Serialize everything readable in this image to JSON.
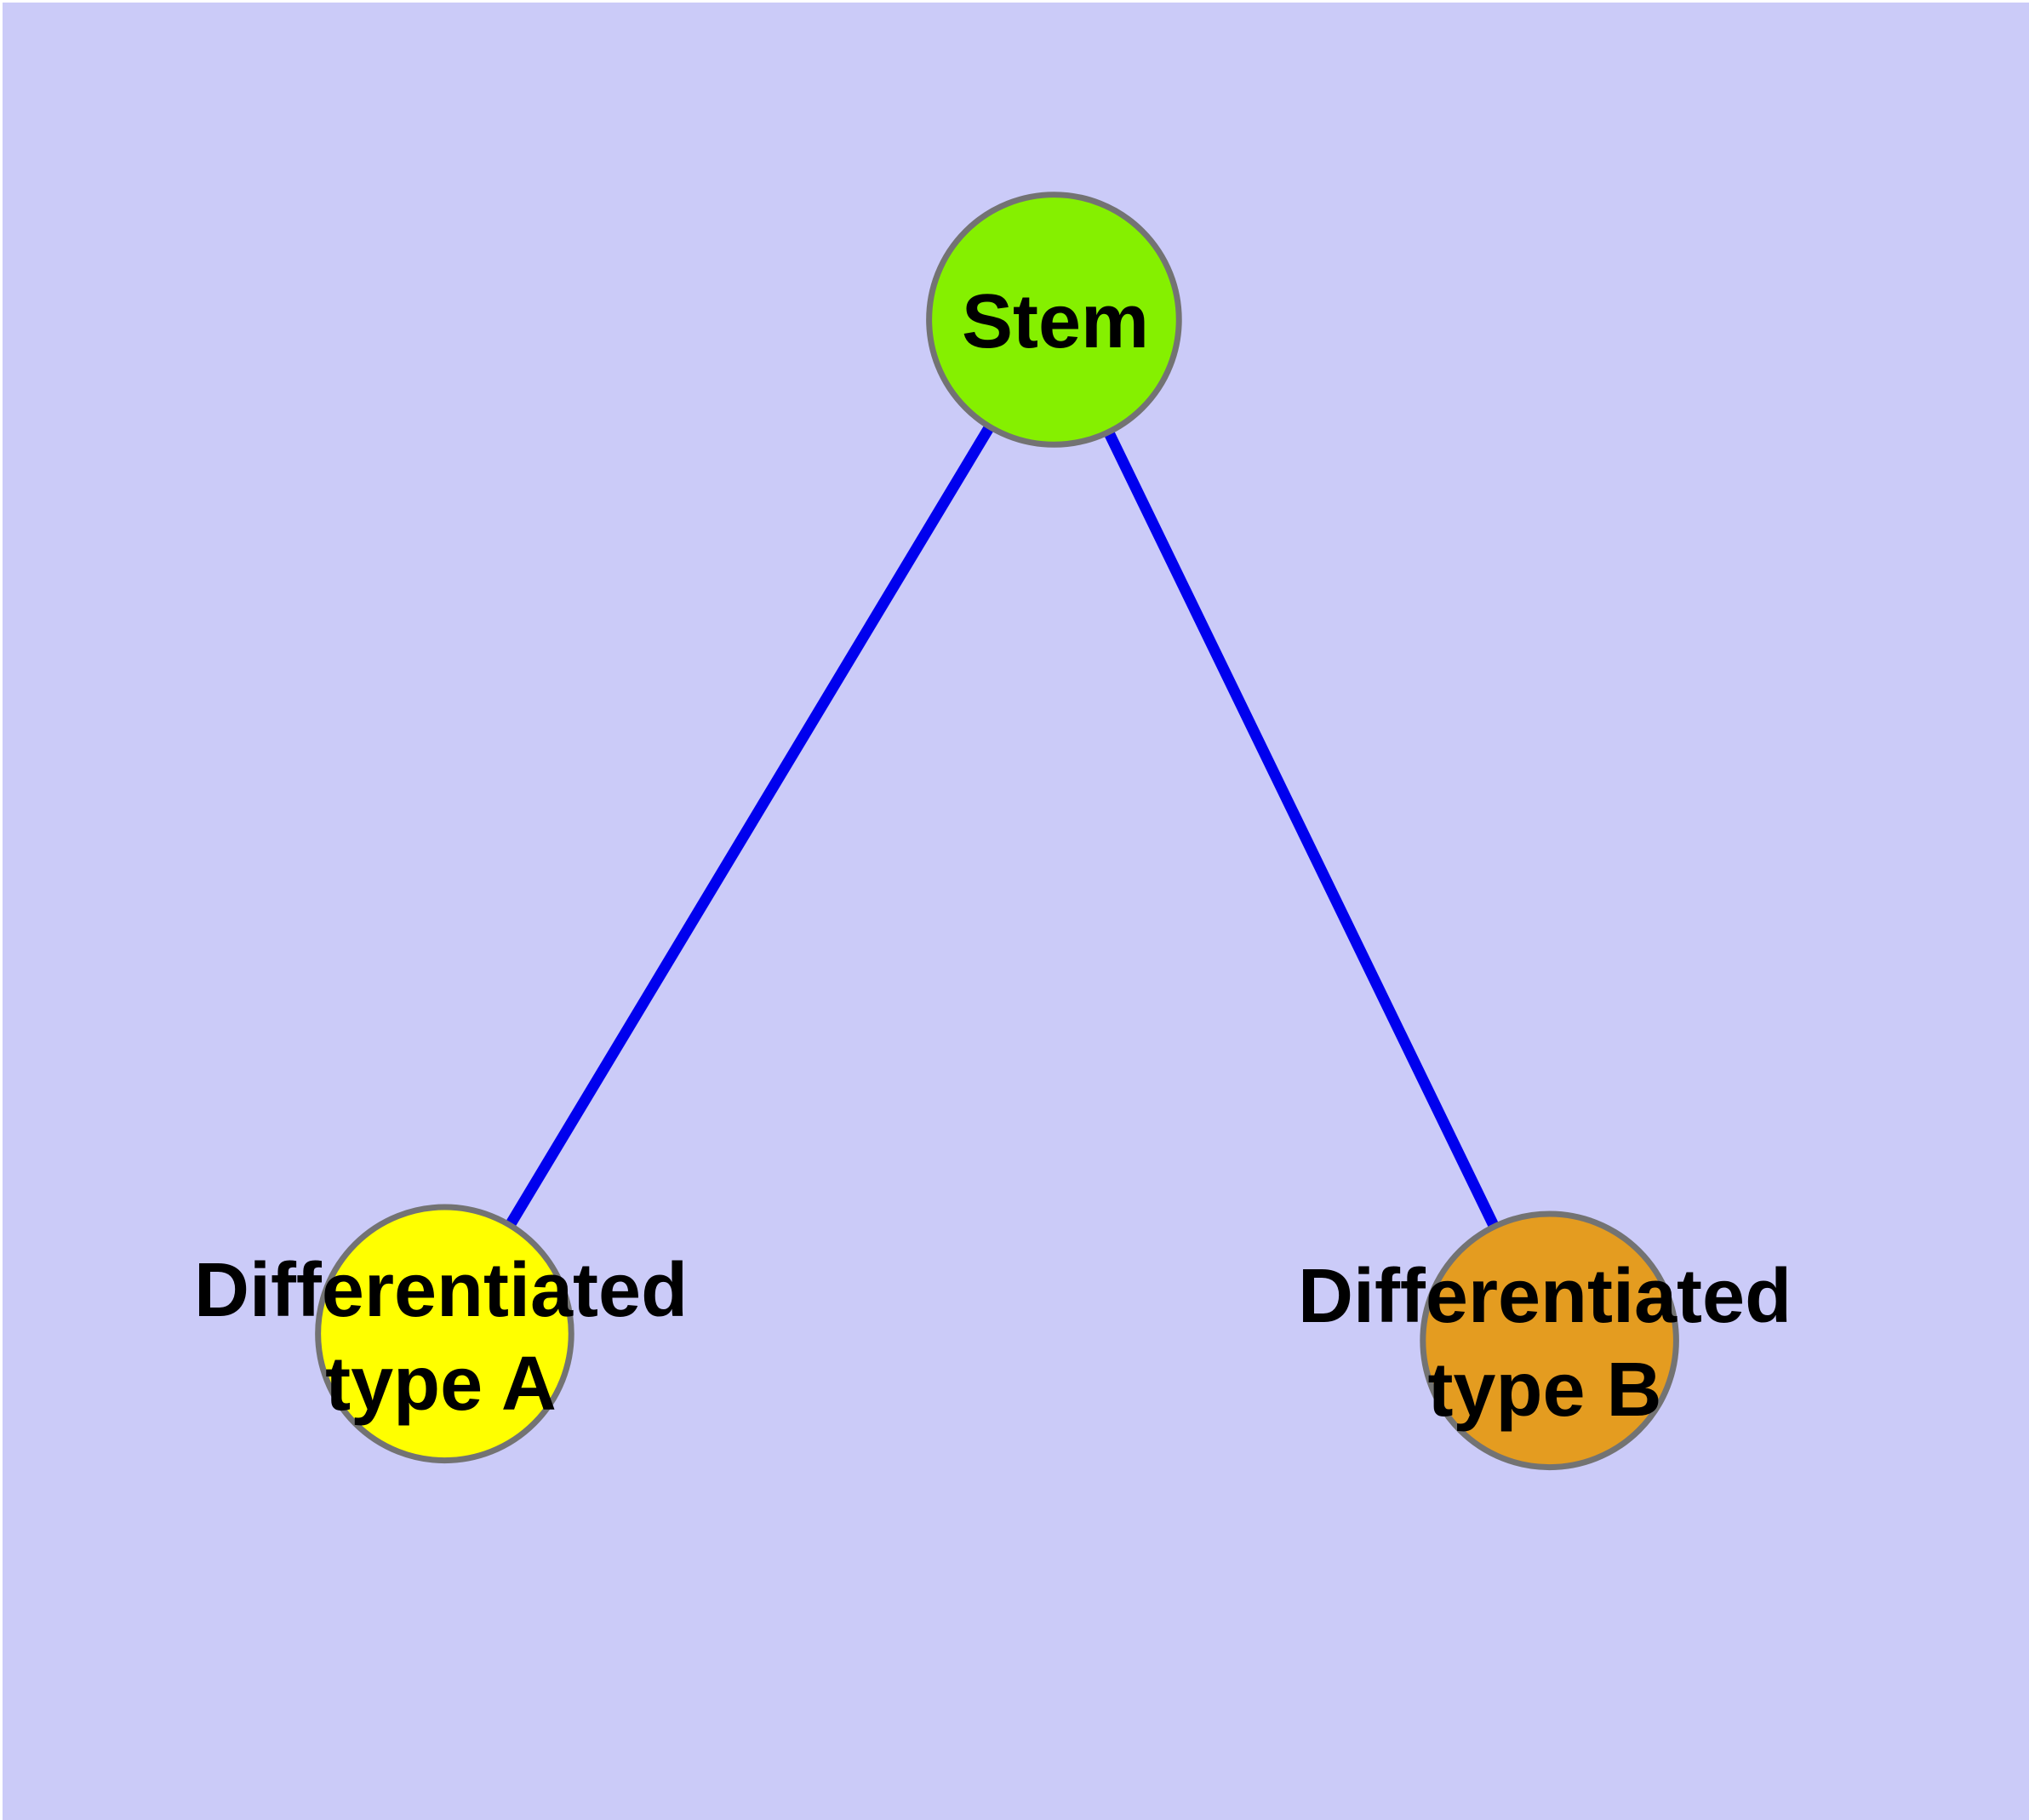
{
  "colors": {
    "background": "#CBCBF8",
    "edge": "#0000EE",
    "node_border": "#737373",
    "label_text": "#000000",
    "frame_highlight": "#FFFFFF"
  },
  "graph": {
    "nodes": {
      "stem": {
        "label": "Stem",
        "fill": "#85F000"
      },
      "type_a": {
        "label": "Differentiated\ntype A",
        "fill": "#FFFF00"
      },
      "type_b": {
        "label": "Differentiated\ntype B",
        "fill": "#E49C20"
      }
    },
    "edges": [
      {
        "from": "stem",
        "to": "type_a"
      },
      {
        "from": "stem",
        "to": "type_b"
      }
    ]
  }
}
